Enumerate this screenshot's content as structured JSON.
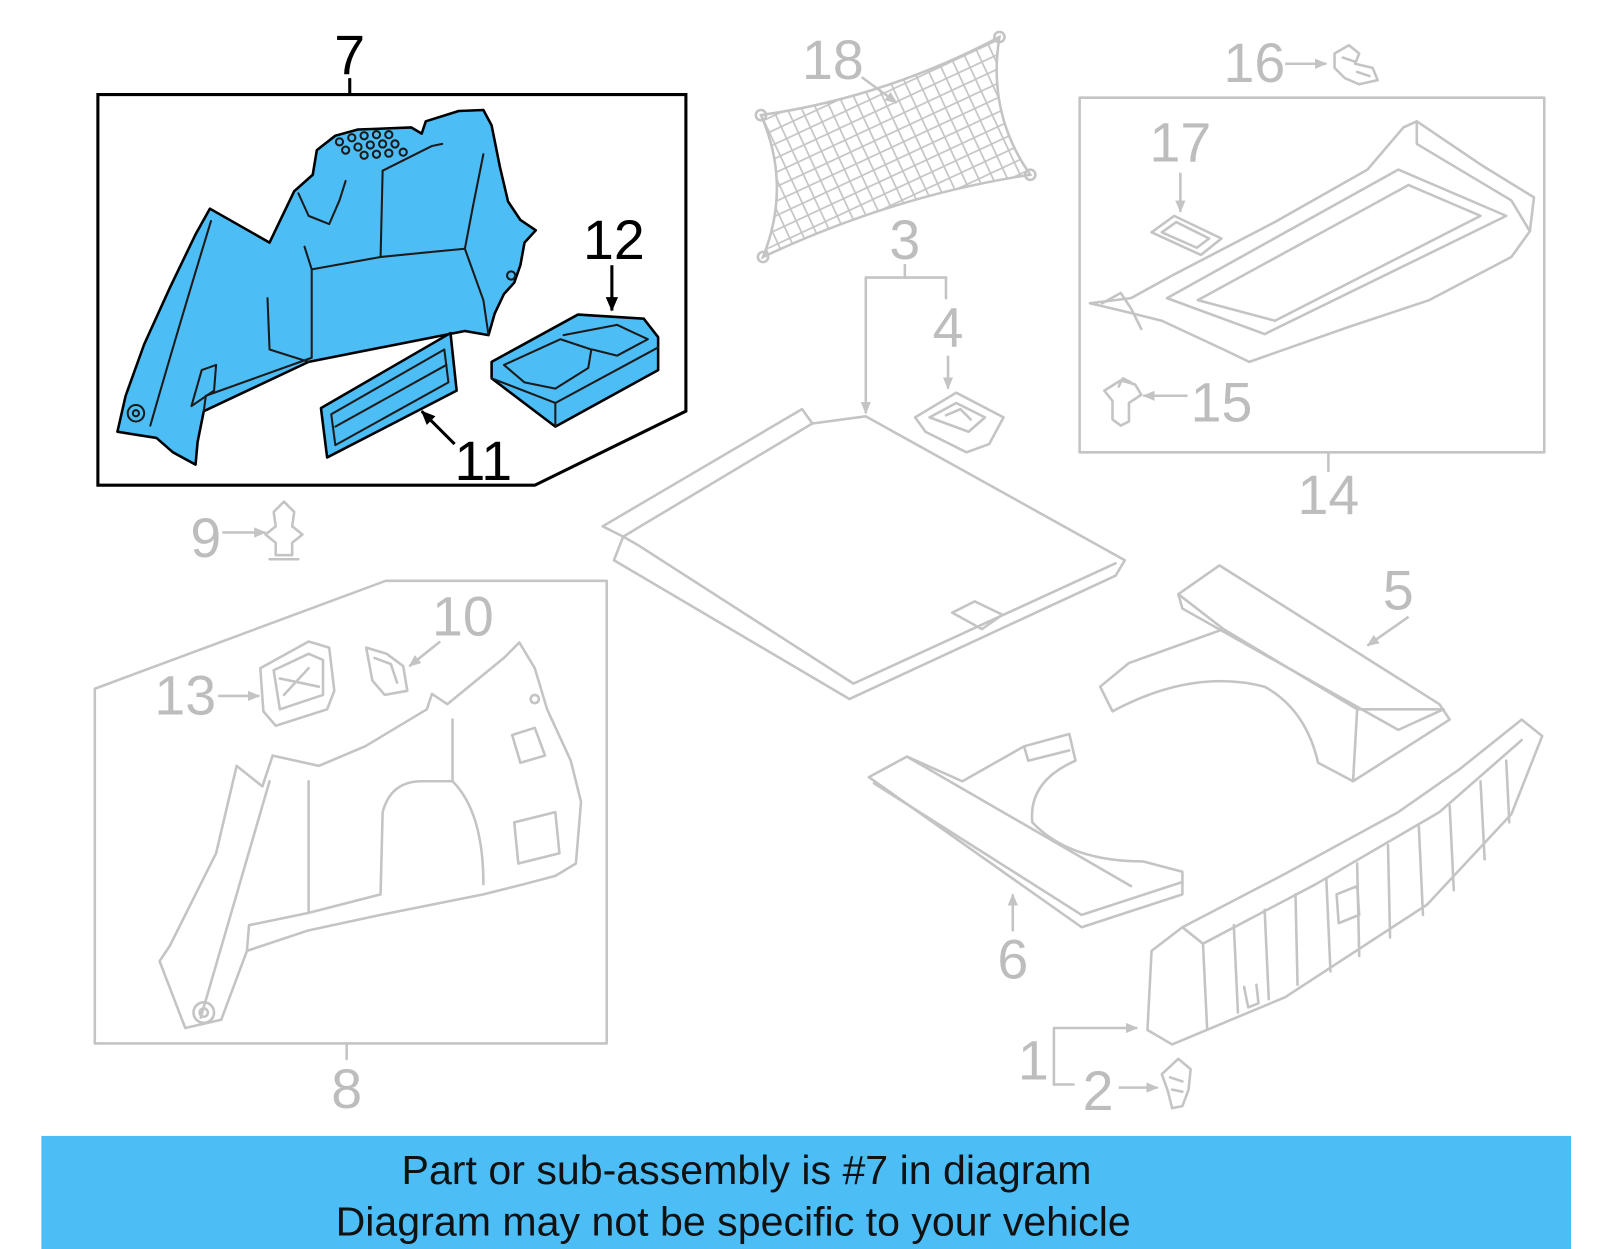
{
  "diagram": {
    "callouts": {
      "part_7": "7",
      "part_12": "12",
      "part_11": "11",
      "part_18": "18",
      "part_16": "16",
      "part_17": "17",
      "part_15": "15",
      "part_14": "14",
      "part_3": "3",
      "part_4": "4",
      "part_9": "9",
      "part_10": "10",
      "part_13": "13",
      "part_5": "5",
      "part_6": "6",
      "part_8": "8",
      "part_1": "1",
      "part_2": "2"
    }
  },
  "banner": {
    "line1": "Part or sub-assembly is #7 in diagram",
    "line2": "Diagram may not be specific to your vehicle"
  },
  "colors": {
    "highlight": "#4dbdf5",
    "muted": "#c4c4c4",
    "ink": "#000000"
  }
}
